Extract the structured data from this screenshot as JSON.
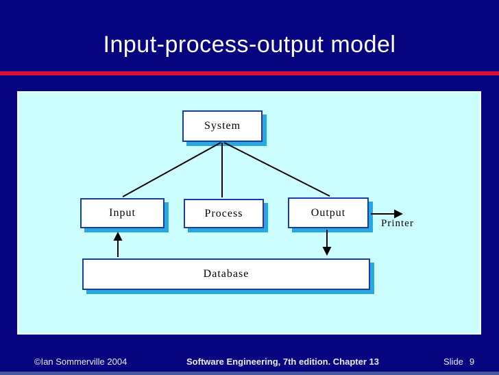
{
  "slide": {
    "title": "Input-process-output model",
    "footer": {
      "copyright": "©Ian Sommerville 2004",
      "center": "Software Engineering, 7th edition. Chapter 13",
      "slide_label": "Slide",
      "slide_number": "9"
    },
    "colors": {
      "background": "#06057F",
      "accent_rule": "#D41238",
      "panel": "#CCFEFF",
      "box_fill": "#FFFFFF",
      "box_border": "#1B3CA6",
      "box_shadow": "#29A8E0",
      "connector": "#000000",
      "title_text": "#FFFFFF",
      "footer_text": "#E9E9F5",
      "footer_strip": "#47579E"
    }
  },
  "diagram": {
    "nodes": [
      {
        "id": "system",
        "label": "System"
      },
      {
        "id": "input",
        "label": "Input"
      },
      {
        "id": "process",
        "label": "Process"
      },
      {
        "id": "output",
        "label": "Output"
      },
      {
        "id": "database",
        "label": "Database"
      }
    ],
    "annotations": [
      {
        "id": "printer",
        "label": "Printer"
      }
    ],
    "edges": [
      {
        "from": "system",
        "to": "input",
        "arrow": false
      },
      {
        "from": "system",
        "to": "process",
        "arrow": false
      },
      {
        "from": "system",
        "to": "output",
        "arrow": false
      },
      {
        "from": "database",
        "to": "input",
        "arrow": true
      },
      {
        "from": "output",
        "to": "database",
        "arrow": true
      },
      {
        "from": "output",
        "to": "printer",
        "arrow": true
      }
    ]
  }
}
